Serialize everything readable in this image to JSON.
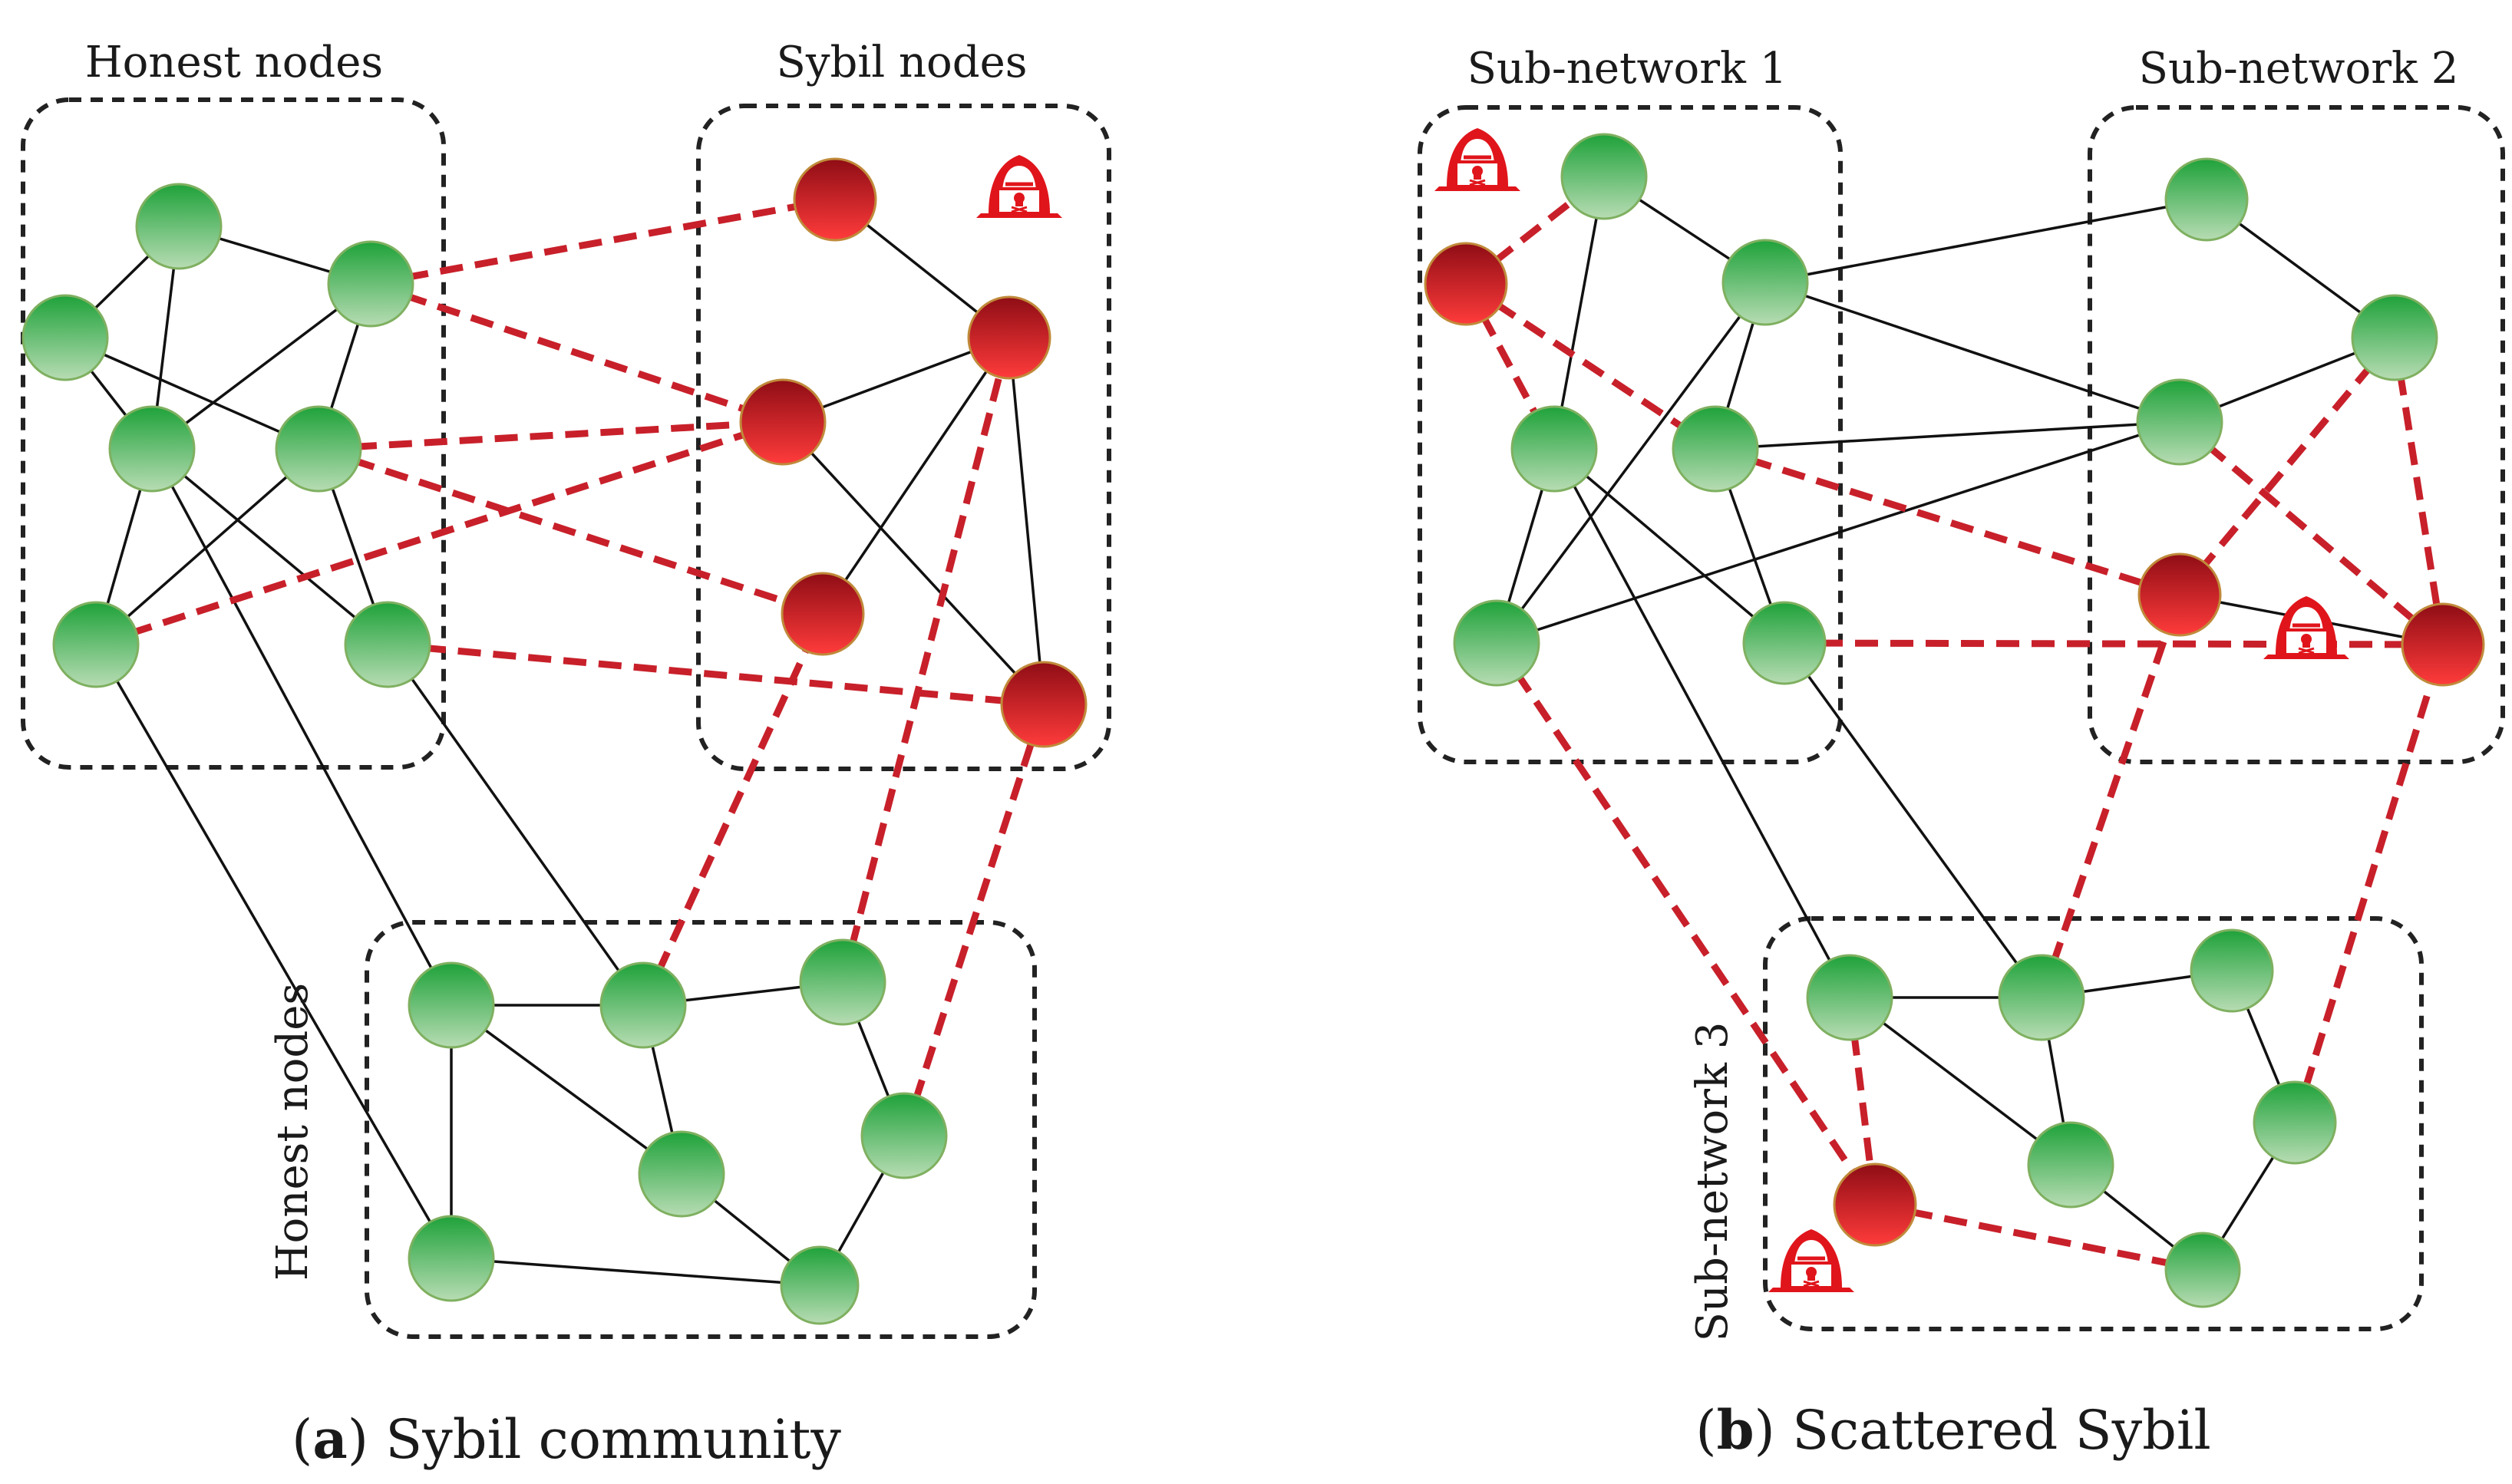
{
  "panel_a": {
    "groups": {
      "top_left": "Honest nodes",
      "top_right": "Sybil nodes",
      "bottom": "Honest nodes"
    },
    "caption": {
      "letter": "a",
      "text": "Sybil community"
    }
  },
  "panel_b": {
    "groups": {
      "sub1": "Sub-network 1",
      "sub2": "Sub-network 2",
      "sub3": "Sub-network 3"
    },
    "caption": {
      "letter": "b",
      "text": "Scattered Sybil"
    }
  },
  "colors": {
    "honest_node": "#3cb043",
    "sybil_node": "#c8202a",
    "sybil_edge": "#c8202a",
    "normal_edge": "#111111"
  },
  "icons": [
    "hacker-icon"
  ]
}
